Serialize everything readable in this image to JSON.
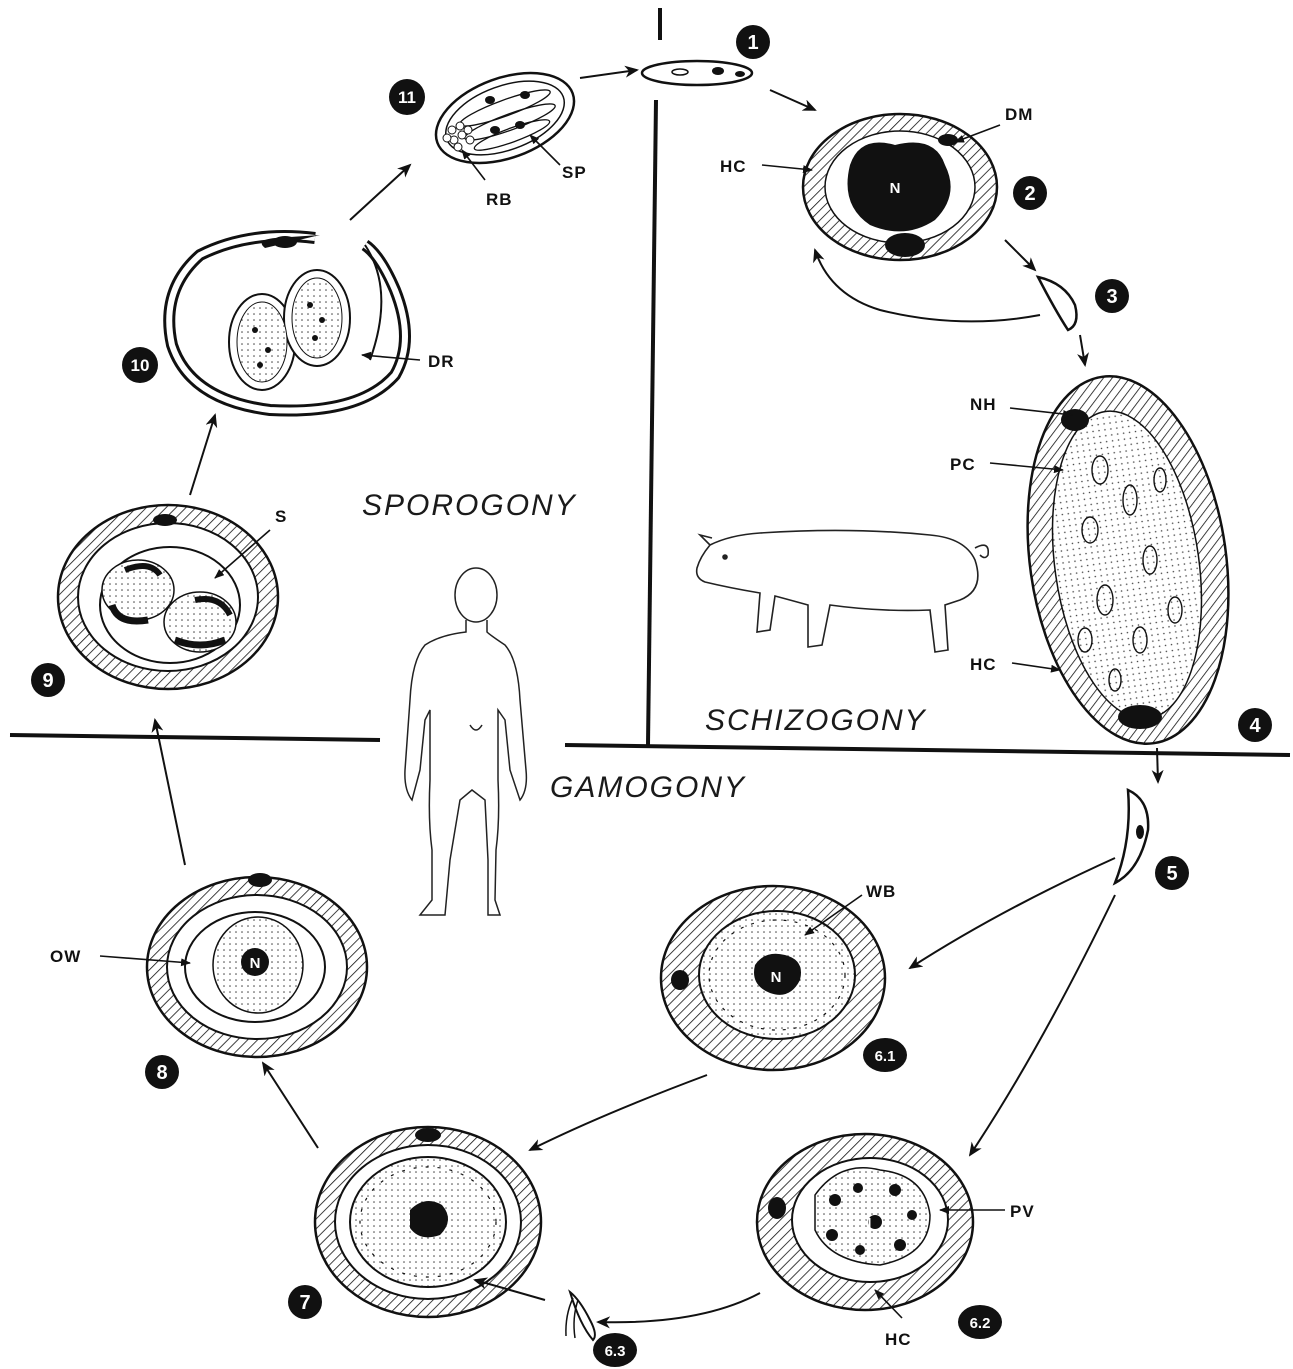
{
  "sections": {
    "sporogony": "SPOROGONY",
    "schizogony": "SCHIZOGONY",
    "gamogony": "GAMOGONY"
  },
  "stage_numbers": [
    "1",
    "2",
    "3",
    "4",
    "5",
    "6.1",
    "6.2",
    "6.3",
    "7",
    "8",
    "9",
    "10",
    "11"
  ],
  "labels": {
    "dm": "DM",
    "hc": "HC",
    "n": "N",
    "nh": "NH",
    "pc": "PC",
    "wb": "WB",
    "pv": "PV",
    "ow": "OW",
    "s": "S",
    "dr": "DR",
    "rb": "RB",
    "sp": "SP"
  },
  "colors": {
    "ink": "#111111",
    "paper": "#ffffff"
  }
}
